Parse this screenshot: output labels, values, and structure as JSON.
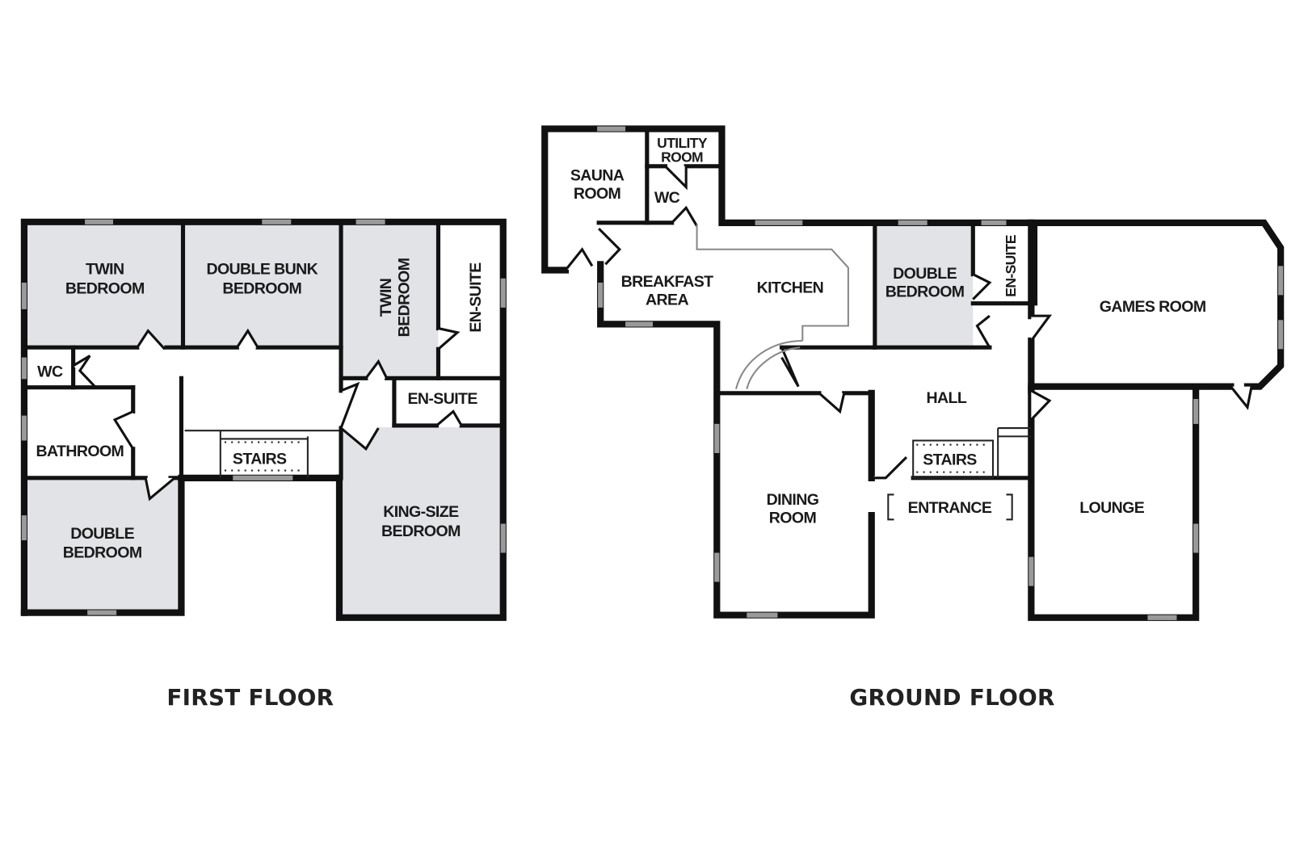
{
  "first_floor": {
    "title": "FIRST FLOOR",
    "rooms": {
      "twin_bedroom_1": [
        "TWIN",
        "BEDROOM"
      ],
      "double_bunk_bedroom": [
        "DOUBLE BUNK",
        "BEDROOM"
      ],
      "twin_bedroom_2": [
        "TWIN",
        "BEDROOM"
      ],
      "en_suite_1": "EN-SUITE",
      "wc": "WC",
      "en_suite_2": "EN-SUITE",
      "bathroom": "BATHROOM",
      "stairs": "STAIRS",
      "double_bedroom": [
        "DOUBLE",
        "BEDROOM"
      ],
      "king_size_bedroom": [
        "KING-SIZE",
        "BEDROOM"
      ]
    }
  },
  "ground_floor": {
    "title": "GROUND FLOOR",
    "rooms": {
      "sauna_room": [
        "SAUNA",
        "ROOM"
      ],
      "utility_room": [
        "UTILITY",
        "ROOM"
      ],
      "wc": "WC",
      "breakfast_area": [
        "BREAKFAST",
        "AREA"
      ],
      "kitchen": "KITCHEN",
      "double_bedroom": [
        "DOUBLE",
        "BEDROOM"
      ],
      "en_suite": "EN-SUITE",
      "games_room": "GAMES ROOM",
      "hall": "HALL",
      "stairs": "STAIRS",
      "entrance": "ENTRANCE",
      "dining_room": [
        "DINING",
        "ROOM"
      ],
      "lounge": "LOUNGE"
    }
  },
  "colors": {
    "bedroom_fill": "#e1e3e6",
    "wall": "#111111",
    "window": "#9a9a9a"
  }
}
